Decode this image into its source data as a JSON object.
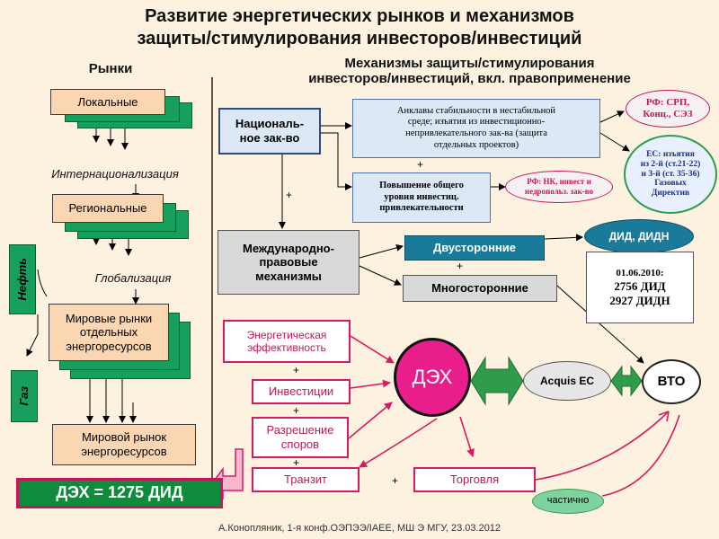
{
  "title": {
    "line1": "Развитие энергетических рынков и механизмов",
    "line2": "защиты/стимулирования инвесторов/инвестиций"
  },
  "markets": {
    "heading": "Рынки",
    "local": "Локальные",
    "internationalization": "Интернационализация",
    "regional": "Региональные",
    "globalization": "Глобализация",
    "world_line1": "Мировые рынки",
    "world_line2": "отдельных",
    "world_line3": "энергоресурсов",
    "global_line1": "Мировой рынок",
    "global_line2": "энергоресурсов",
    "oil": "Нефть",
    "gas": "Газ",
    "dekh_count": "ДЭХ = 1275 ДИД"
  },
  "mechanisms": {
    "heading_line1": "Механизмы защиты/стимулирования",
    "heading_line2": "инвесторов/инвестиций, вкл. правоприменение",
    "national_line1": "Националь-",
    "national_line2": "ное зак-во",
    "enclaves_line1": "Анклавы стабильности в нестабильной",
    "enclaves_line2": "среде; изъятия из инвестиционно-",
    "enclaves_line3": "непривлекательного зак-ва (защита",
    "enclaves_line4": "отдельных проектов)",
    "rf_srp_line1": "РФ: СРП,",
    "rf_srp_line2": "Конц., СЭЗ",
    "ec_line1": "ЕС: изъятия",
    "ec_line2": "из 2-й (ст.21-22)",
    "ec_line3": "и 3-й (ст. 35-36)",
    "ec_line4": "Газовых",
    "ec_line5": "Директив",
    "improve_line1": "Повышение общего",
    "improve_line2": "уровня инвестиц.",
    "improve_line3": "привлекательности",
    "rf_nk_line1": "РФ: НК, инвест и",
    "rf_nk_line2": "недропольз. зак-во",
    "intl_line1": "Международно-",
    "intl_line2": "правовые",
    "intl_line3": "механизмы",
    "bilateral": "Двусторонние",
    "multilateral": "Многосторонние",
    "did_didn": "ДИД, ДИДН",
    "stats_line1": "01.06.2010:",
    "stats_line2": "2756 ДИД",
    "stats_line3": "2927 ДИДН",
    "energy_eff_line1": "Энергетическая",
    "energy_eff_line2": "эффективность",
    "investments": "Инвестиции",
    "disputes_line1": "Разрешение",
    "disputes_line2": "споров",
    "transit": "Транзит",
    "trade": "Торговля",
    "dekh": "ДЭХ",
    "acquis": "Acquis EC",
    "wto": "ВТО",
    "partially": "частично",
    "plus": "+"
  },
  "footer": "А.Конопляник, 1-я конф.ОЭПЭЭ/IAEE, МШ Э МГУ, 23.03.2012"
}
